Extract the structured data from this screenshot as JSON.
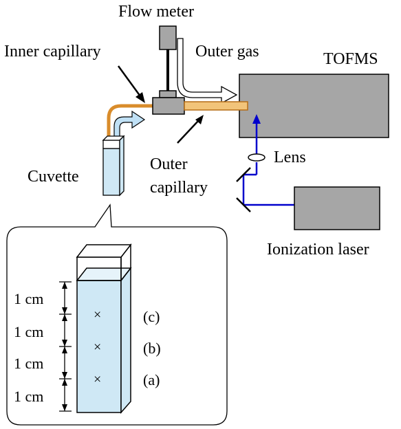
{
  "labels": {
    "flow_meter": "Flow meter",
    "outer_gas": "Outer gas",
    "tofms": "TOFMS",
    "inner_capillary": "Inner capillary",
    "cuvette": "Cuvette",
    "outer_capillary_line1": "Outer",
    "outer_capillary_line2": "capillary",
    "lens": "Lens",
    "ionization_laser": "Ionization laser"
  },
  "inset": {
    "spacing_labels": [
      "1 cm",
      "1 cm",
      "1 cm",
      "1 cm"
    ],
    "position_labels": [
      "(c)",
      "(b)",
      "(a)"
    ],
    "marker": "×"
  },
  "colors": {
    "instrument_gray": "#a6a6a6",
    "capillary_orange": "#d98c2b",
    "capillary_fill": "#f2c47a",
    "liquid_blue": "#cfe8f5",
    "laser_blue": "#0000cc",
    "gas_arrow_blue": "#bfe0f5",
    "outline": "#000000"
  }
}
